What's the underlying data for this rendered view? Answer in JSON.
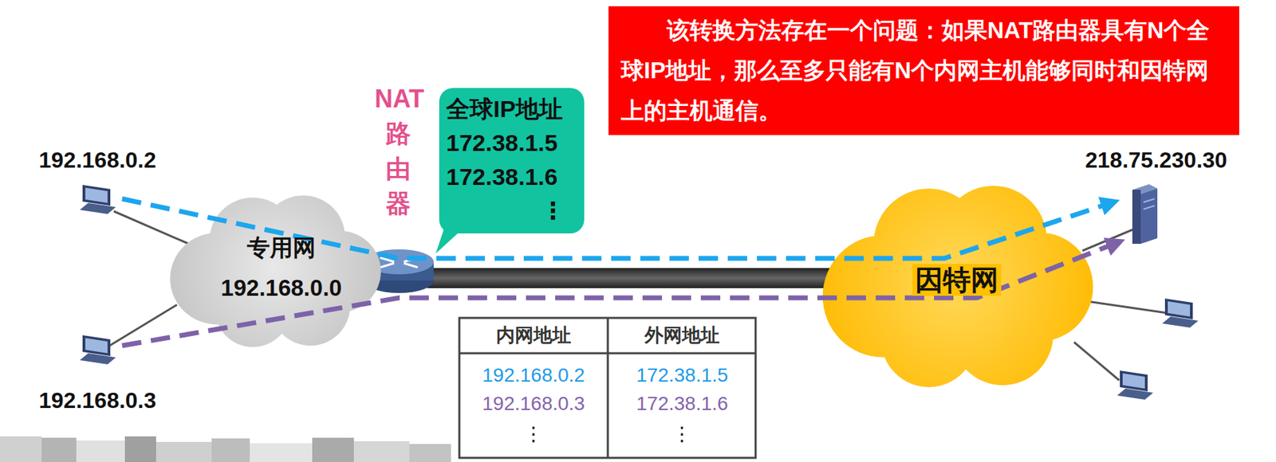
{
  "diagram": {
    "nodes": [
      {
        "text": [
          "该转换方法存在一个问题：如果NAT路由器具有N个全球IP地址，那么至多只能有N个内网主机能够同时和因特网上的主机通信。"
        ]
      },
      {
        "text": [
          "全球IP地址",
          "172.38.1.5",
          "172.38.1.6",
          "⋮"
        ]
      },
      {
        "text": [
          "专用网",
          "192.168.0.0"
        ]
      },
      {
        "text": [
          "因特网"
        ]
      }
    ],
    "labels": [
      "192.168.0.2",
      "192.168.0.3",
      "218.75.230.30",
      "NAT路由器",
      "内网地址",
      "外网地址",
      "192.168.0.2",
      "172.38.1.5",
      "192.168.0.3",
      "172.38.1.6",
      "⋮",
      "⋮"
    ]
  }
}
